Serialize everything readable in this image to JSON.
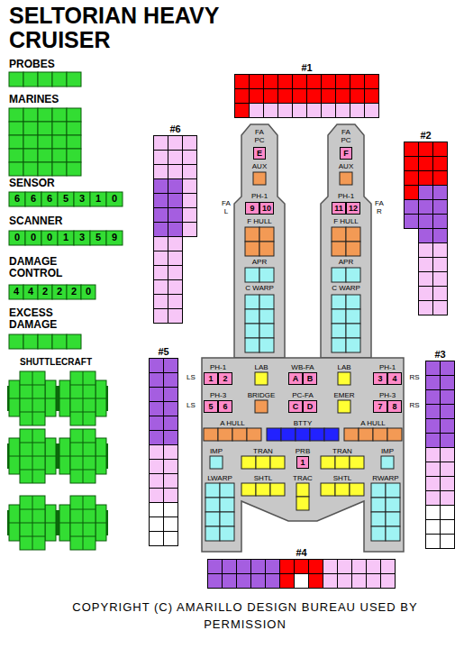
{
  "diagram": {
    "title": "SELTORIAN HEAVY CRUISER",
    "caption": "COPYRIGHT (C) AMARILLO DESIGN BUREAU USED BY PERMISSION",
    "nodes": [
      {
        "text": [
          "#1"
        ]
      },
      {
        "text": [
          "#6"
        ]
      },
      {
        "text": [
          "#2"
        ]
      },
      {
        "text": [
          "E"
        ]
      },
      {
        "text": [
          "F"
        ]
      },
      {
        "text": [
          "9"
        ]
      },
      {
        "text": [
          "10"
        ]
      },
      {
        "text": [
          "11"
        ]
      },
      {
        "text": [
          "12"
        ]
      },
      {
        "text": [
          "#5"
        ]
      },
      {
        "text": [
          "#3"
        ]
      },
      {
        "text": [
          "1"
        ]
      },
      {
        "text": [
          "2"
        ]
      },
      {
        "text": [
          "A"
        ]
      },
      {
        "text": [
          "B"
        ]
      },
      {
        "text": [
          "3"
        ]
      },
      {
        "text": [
          "4"
        ]
      },
      {
        "text": [
          "5"
        ]
      },
      {
        "text": [
          "6"
        ]
      },
      {
        "text": [
          "C"
        ]
      },
      {
        "text": [
          "D"
        ]
      },
      {
        "text": [
          "7"
        ]
      },
      {
        "text": [
          "8"
        ]
      },
      {
        "text": [
          "1"
        ]
      },
      {
        "text": [
          "#4"
        ]
      }
    ],
    "labels": [
      "PROBES",
      "MARINES",
      "SENSOR",
      "6",
      "6",
      "6",
      "5",
      "3",
      "1",
      "0",
      "SCANNER",
      "0",
      "0",
      "0",
      "1",
      "3",
      "5",
      "9",
      "DAMAGE CONTROL",
      "4",
      "4",
      "2",
      "2",
      "2",
      "0",
      "EXCESS DAMAGE",
      "SHUTTLECRAFT",
      "FA PC",
      "AUX",
      "PH-1",
      "F HULL",
      "APR",
      "C WARP",
      "FA L",
      "FA PC",
      "AUX",
      "PH-1",
      "F HULL",
      "APR",
      "C WARP",
      "FA R",
      "LS",
      "PH-1",
      "LAB",
      "WB-FA",
      "LAB",
      "PH-1",
      "RS",
      "LS",
      "PH-3",
      "BRIDGE",
      "PC-FA",
      "EMER",
      "PH-3",
      "RS",
      "A HULL",
      "BTTY",
      "A HULL",
      "IMP",
      "TRAN",
      "PRB",
      "TRAN",
      "IMP",
      "LWARP",
      "SHTL",
      "TRAC",
      "SHTL",
      "RWARP"
    ]
  }
}
